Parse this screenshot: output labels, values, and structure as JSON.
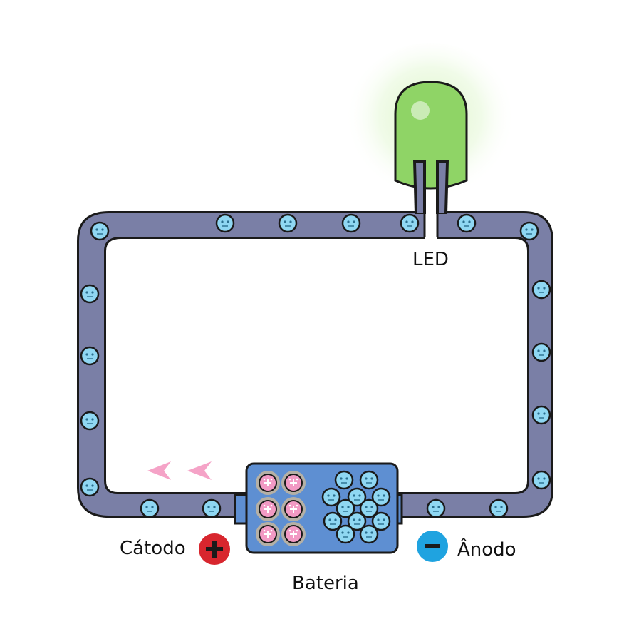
{
  "labels": {
    "led": "LED",
    "battery": "Bateria",
    "cathode": "Cátodo",
    "anode": "Ânodo"
  },
  "colors": {
    "wire_fill": "#7a7fa6",
    "wire_outline": "#1a1a1a",
    "electron": "#8fd7f2",
    "electron_face": "#2a6f8f",
    "proton": "#f29ac4",
    "proton_ring": "#b5b0a5",
    "battery_body": "#5e8fd2",
    "led_green": "#8fd466",
    "led_glow": "#c8f2a8",
    "plus_badge": "#d8262e",
    "minus_badge": "#1fa3e0",
    "arrow": "#f5a3c7"
  },
  "icons": {
    "electron": "electron-smiley-icon",
    "proton": "proton-plus-icon",
    "plus": "plus-icon",
    "minus": "minus-icon",
    "arrow": "chevron-left-arrow-icon"
  }
}
